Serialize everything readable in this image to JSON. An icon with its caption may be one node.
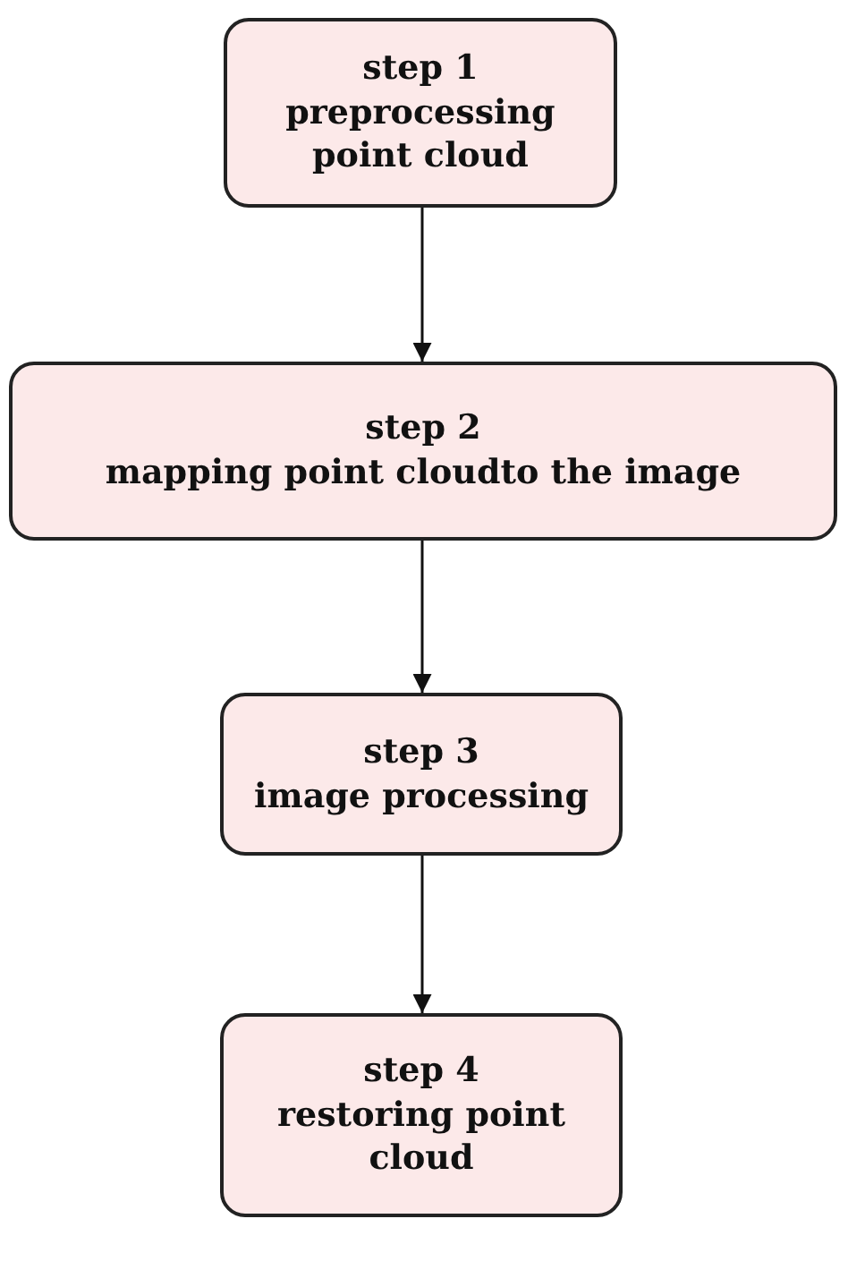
{
  "diagram": {
    "nodes": [
      {
        "text": [
          "step 1",
          "preprocessing point cloud"
        ]
      },
      {
        "text": [
          "step 2",
          "mapping point cloudto the image"
        ]
      },
      {
        "text": [
          "step 3",
          "image processing"
        ]
      },
      {
        "text": [
          "step 4",
          "restoring point cloud"
        ]
      }
    ],
    "edges": [
      {
        "from": 0,
        "to": 1,
        "arrow": "to"
      },
      {
        "from": 1,
        "to": 2,
        "arrow": "to"
      },
      {
        "from": 2,
        "to": 3,
        "arrow": "to"
      }
    ]
  }
}
